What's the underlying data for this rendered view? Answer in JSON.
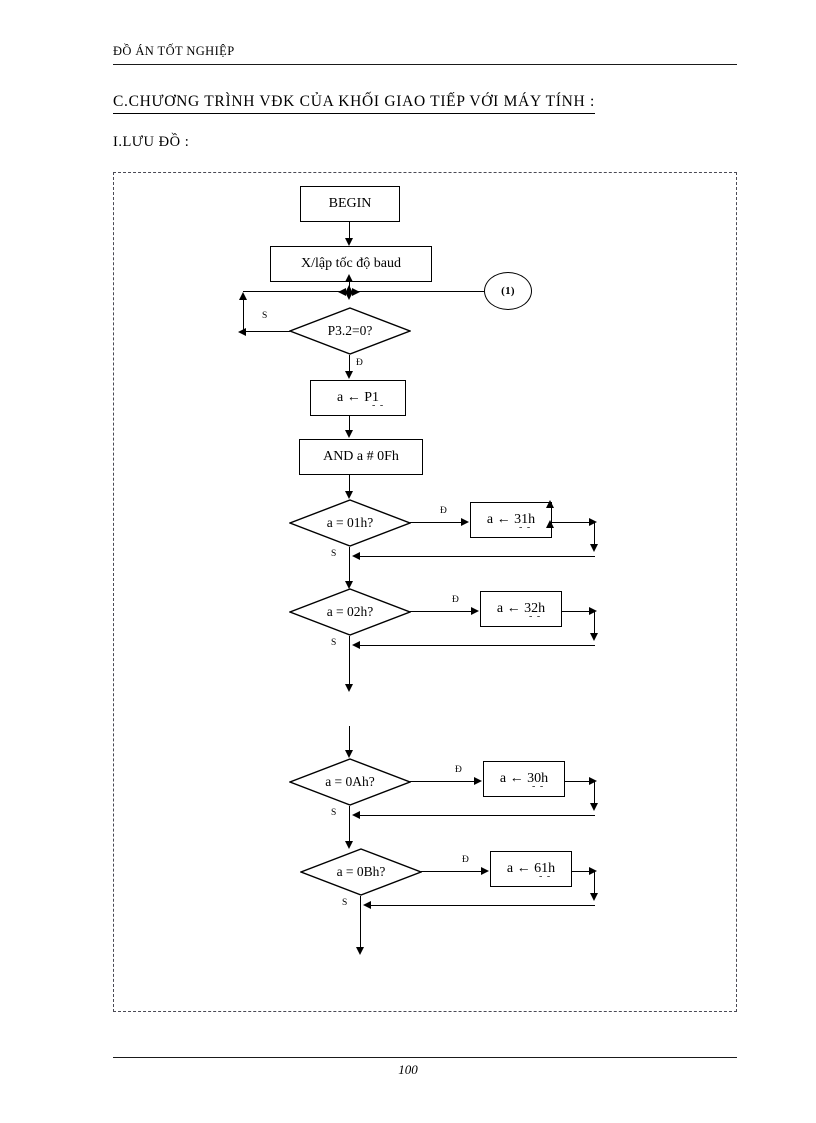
{
  "header": {
    "running_head": "ĐỒ ÁN TỐT NGHIỆP"
  },
  "headings": {
    "section": "C.CHƯƠNG TRÌNH VĐK CỦA KHỐI GIAO TIẾP VỚI MÁY TÍNH :",
    "subsection": "I.LƯU ĐỒ :"
  },
  "footer": {
    "page_number": "100"
  },
  "flowchart": {
    "nodes": {
      "begin": "BEGIN",
      "set_baud": "X/lập tốc độ baud",
      "connector": "(1)",
      "check_p32": "P3.2=0?",
      "read_p1": "a ← P1",
      "and_mask": "AND a # 0Fh",
      "cmp_01h": "a = 01h?",
      "assign_31h": "a ← 31h",
      "cmp_02h": "a = 02h?",
      "assign_32h": "a ← 32h",
      "cmp_0ah": "a = 0Ah?",
      "assign_30h": "a ← 30h",
      "cmp_0bh": "a = 0Bh?",
      "assign_61h": "a ← 61h"
    },
    "edge_labels": {
      "false_p32": "S",
      "true_p32": "Đ",
      "true_01h": "Đ",
      "false_01h": "S",
      "true_02h": "Đ",
      "false_02h": "S",
      "true_0ah": "Đ",
      "false_0ah": "S",
      "true_0bh": "Đ",
      "false_0bh": "S"
    },
    "artifact_tick": "- -"
  },
  "colors": {
    "ink": "#000000",
    "rule": "#1a1a1a",
    "frame_dash": "#4a4a55",
    "paper": "#ffffff"
  }
}
